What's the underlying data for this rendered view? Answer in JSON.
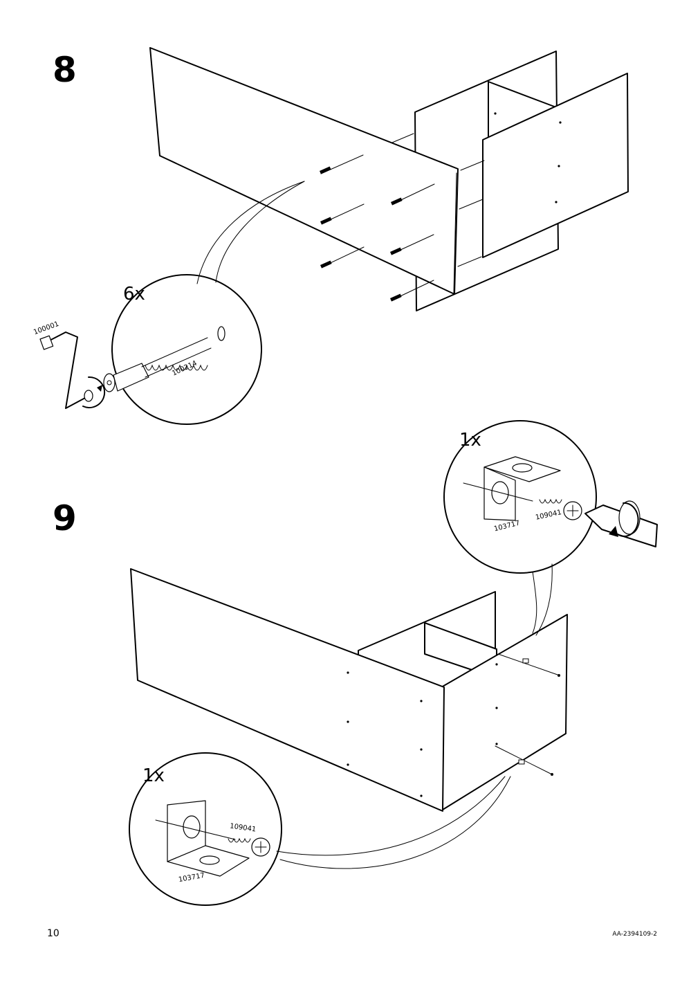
{
  "steps": [
    {
      "number": "8",
      "callout": {
        "quantity": "6x",
        "part_number": "100214"
      },
      "tool": {
        "part_number": "100001",
        "icon": "hex-key-icon"
      }
    },
    {
      "number": "9",
      "callout_top": {
        "quantity": "1x",
        "bracket_part": "103717",
        "screw_part": "109041",
        "tool_icon": "screwdriver-icon"
      },
      "callout_bottom": {
        "quantity": "1x",
        "bracket_part": "103717",
        "screw_part": "109041"
      }
    }
  ],
  "footer": {
    "page_number": "10",
    "document_code": "AA-2394109-2"
  }
}
